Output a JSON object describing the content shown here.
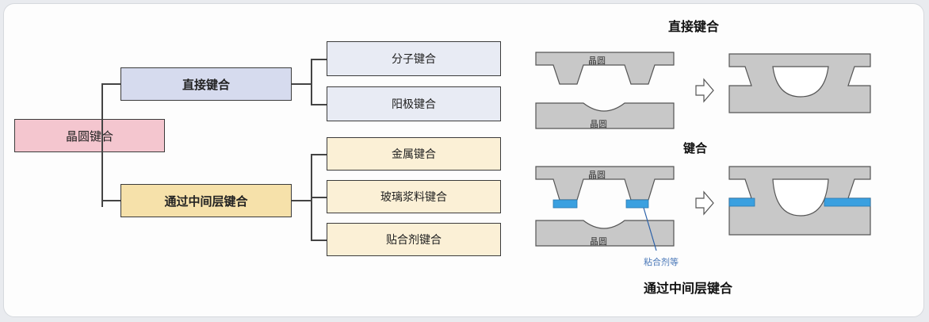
{
  "tree": {
    "root": "晶圆键合",
    "direct": {
      "label": "直接键合",
      "children": [
        "分子键合",
        "阳极键合"
      ]
    },
    "intermediate": {
      "label": "通过中间层键合",
      "children": [
        "金属键合",
        "玻璃浆料键合",
        "贴合剂键合"
      ]
    }
  },
  "illustration": {
    "top_title": "直接键合",
    "middle_label": "键合",
    "bottom_title": "通过中间层键合",
    "wafer_label": "晶圆",
    "adhesive_label": "粘合剂等"
  },
  "colors": {
    "root_fill": "#f4c6cf",
    "direct_fill": "#d6dbee",
    "intermediate_fill": "#f6e1aa",
    "wafer_gray": "#c8c8c8",
    "adhesive_blue": "#3aa0e0"
  }
}
